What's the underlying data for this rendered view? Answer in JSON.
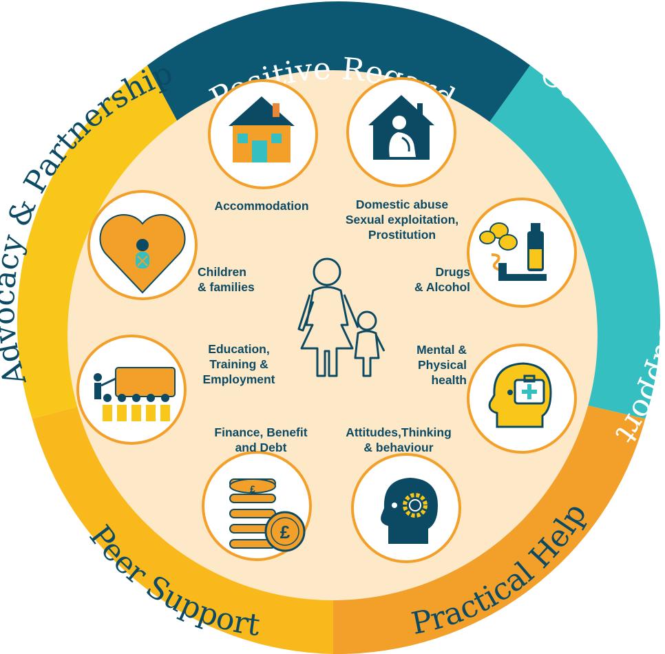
{
  "ring": {
    "segments": [
      {
        "label": "Positive Regard",
        "color": "#0c5872"
      },
      {
        "label": "Communication & Support",
        "color": "#35bfc1"
      },
      {
        "label": "Practical Help",
        "color": "#f2a02a"
      },
      {
        "label": "Peer Support",
        "color": "#f9b91c"
      },
      {
        "label": "Advocacy & Partnership",
        "color": "#f9c61a"
      }
    ]
  },
  "areas": [
    {
      "label": "Accommodation",
      "icon": "house-icon"
    },
    {
      "label": "Domestic abuse\nSexual exploitation,\nProstitution",
      "icon": "abuse-house-icon"
    },
    {
      "label": "Children\n& families",
      "icon": "child-heart-icon"
    },
    {
      "label": "Drugs\n& Alcohol",
      "icon": "pills-bottle-icon"
    },
    {
      "label": "Education,\nTraining &\nEmployment",
      "icon": "classroom-icon"
    },
    {
      "label": "Mental &\nPhysical\nhealth",
      "icon": "head-medical-icon"
    },
    {
      "label": "Finance, Benefit\nand Debt",
      "icon": "coins-icon"
    },
    {
      "label": "Attitudes,Thinking\n& behaviour",
      "icon": "head-gear-icon"
    }
  ],
  "colors": {
    "inner_fill": "#fde8c8",
    "circle_border": "#f2a02a",
    "navy": "#0c4a63",
    "orange": "#f2a02a",
    "teal": "#35bfc1",
    "yellow": "#f9c61a"
  },
  "center_icon": "parent-child-icon"
}
